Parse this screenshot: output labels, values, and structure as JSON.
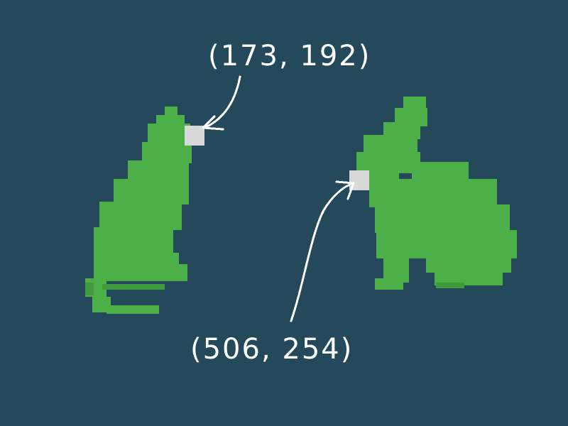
{
  "canvas": {
    "background": "#23495a"
  },
  "colors": {
    "silhouette": "#4caf48",
    "silhouette_edge": "#3e9a3c",
    "marker": "#d8d8d8",
    "ink": "#ffffff"
  },
  "figures": [
    {
      "kind": "cat-silhouette",
      "point_label": "(173, 192)"
    },
    {
      "kind": "rabbit-silhouette",
      "point_label": "(506, 254)"
    }
  ]
}
